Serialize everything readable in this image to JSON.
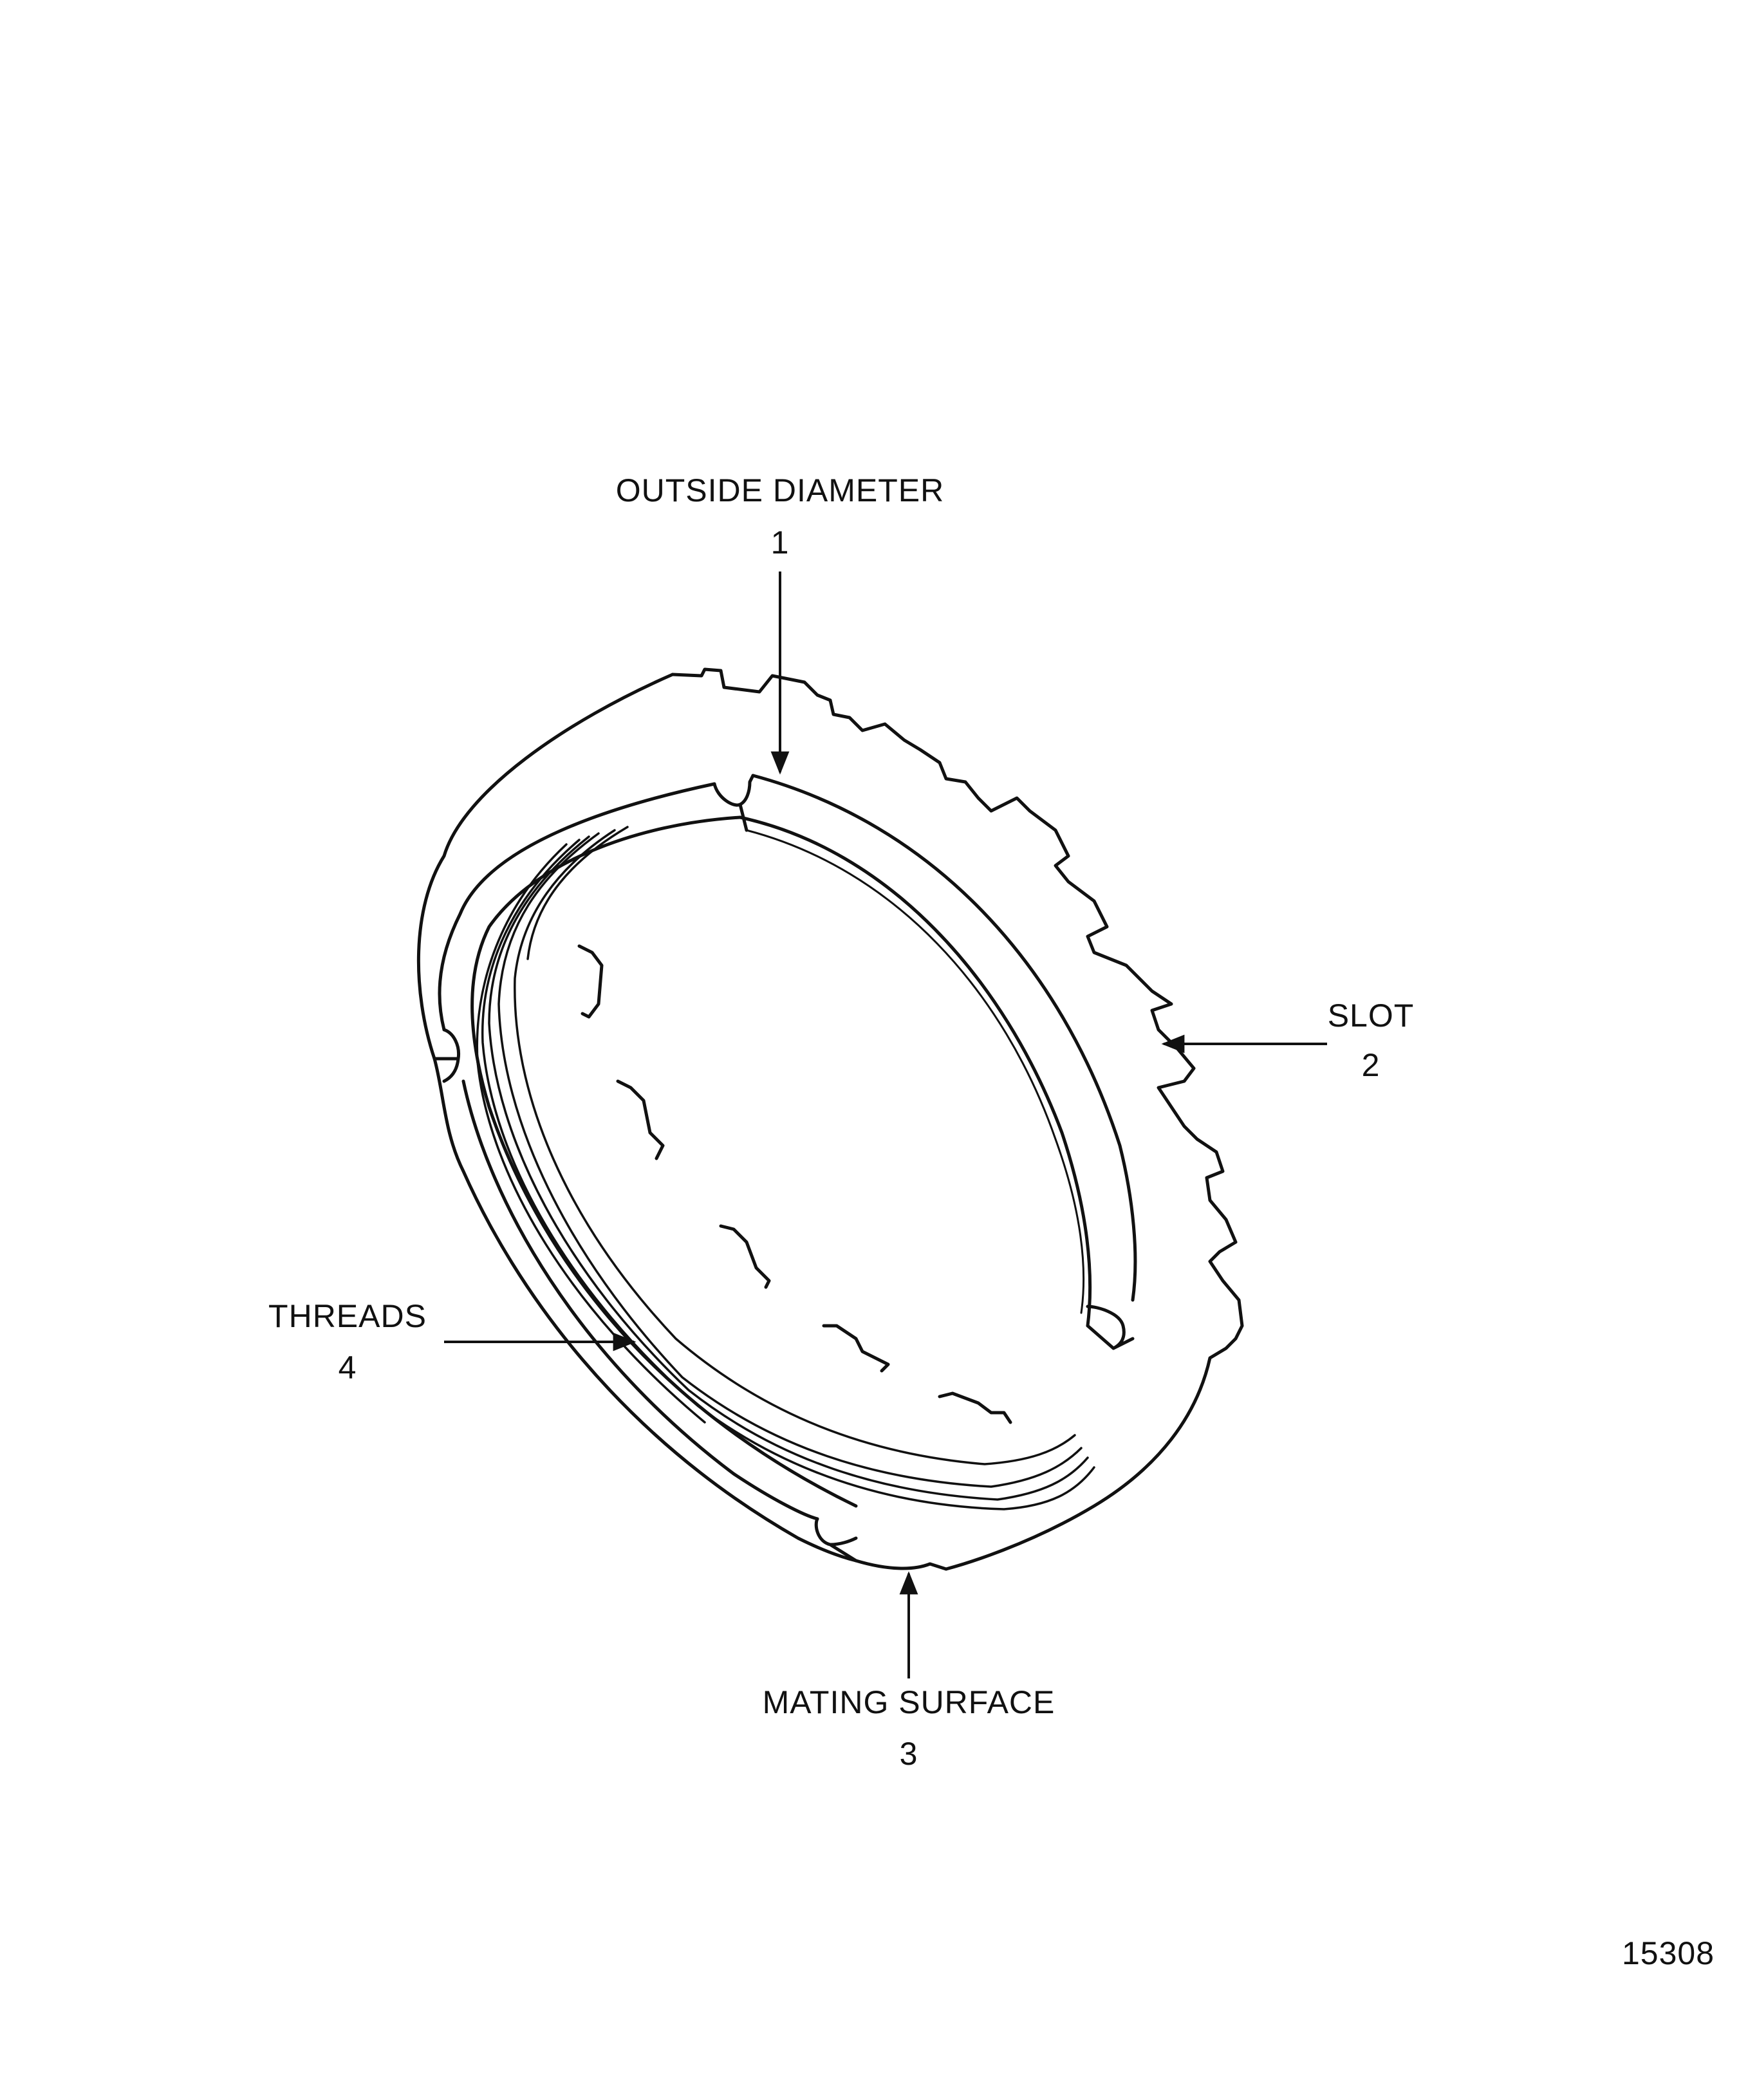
{
  "diagram": {
    "figure_number": "15308",
    "callouts": [
      {
        "name": "OUTSIDE  DIAMETER",
        "number": "1"
      },
      {
        "name": "SLOT",
        "number": "2"
      },
      {
        "name": "MATING  SURFACE",
        "number": "3"
      },
      {
        "name": "THREADS",
        "number": "4"
      }
    ],
    "colors": {
      "ink": "#111111",
      "paper": "#ffffff"
    }
  }
}
